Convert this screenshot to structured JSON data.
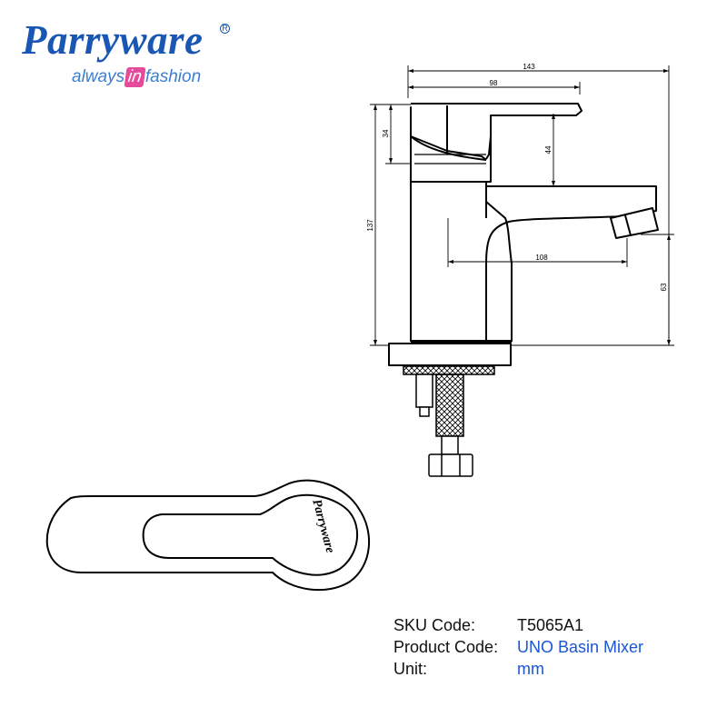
{
  "brand": {
    "name": "Parryware",
    "registered": "R",
    "tagline_before": "always",
    "tagline_highlight": "in",
    "tagline_after": "fashion",
    "logo_on_handle": "Parryware"
  },
  "dimensions": {
    "total_width": "143",
    "body_width": "98",
    "handle_height": "34",
    "lever_height": "44",
    "total_height": "137",
    "spout_reach": "108",
    "spout_height": "63"
  },
  "product_info": {
    "sku_label": "SKU Code:",
    "sku_value": "T5065A1",
    "product_label": "Product Code:",
    "product_value": "UNO Basin Mixer",
    "unit_label": "Unit:",
    "unit_value": "mm"
  },
  "colors": {
    "brand_blue": "#1a56b4",
    "tagline_blue": "#3a7fd0",
    "highlight_pink": "#e64a9a",
    "value_blue": "#1a56d6"
  }
}
